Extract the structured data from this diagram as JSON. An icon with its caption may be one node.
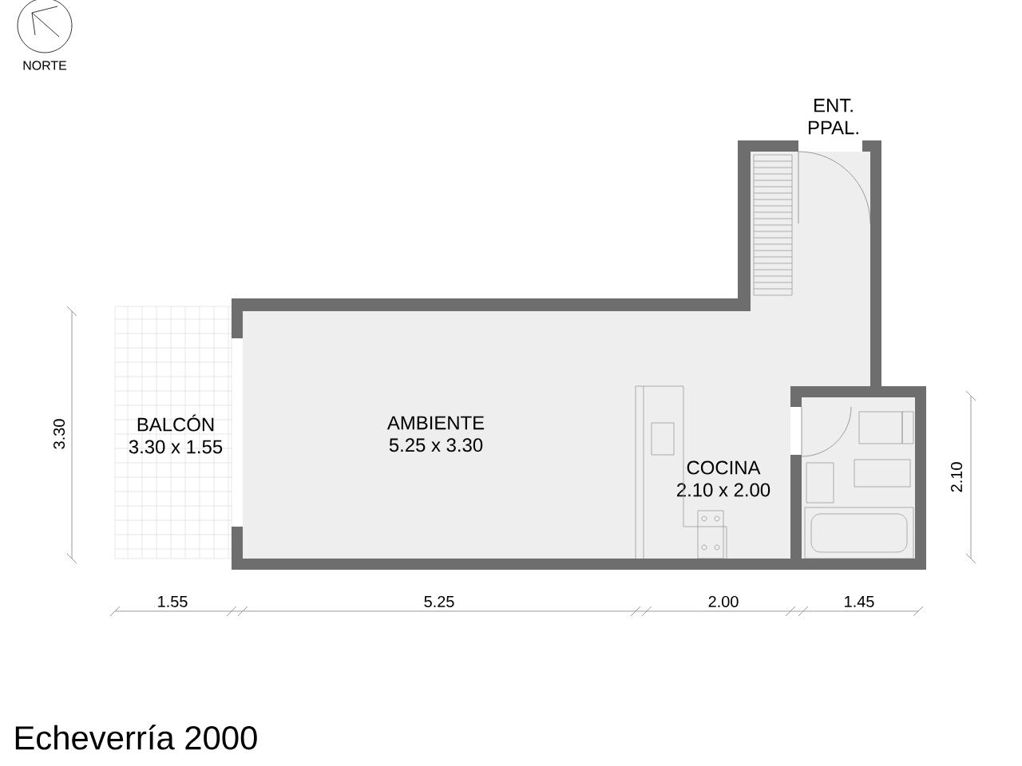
{
  "diagram": {
    "title": "Echeverría 2000",
    "nodes": [
      {
        "text": [
          "BALCÓN",
          "3.30 x 1.55"
        ]
      },
      {
        "text": [
          "AMBIENTE",
          "5.25 x 3.30"
        ]
      },
      {
        "text": [
          "COCINA",
          "2.10 x 2.00"
        ],
        "in": 1
      },
      {
        "text": [
          "ENT. PPAL."
        ]
      }
    ],
    "labels": [
      "NORTE",
      "3.30",
      "2.10",
      "1.55",
      "5.25",
      "2.00",
      "1.45"
    ]
  }
}
